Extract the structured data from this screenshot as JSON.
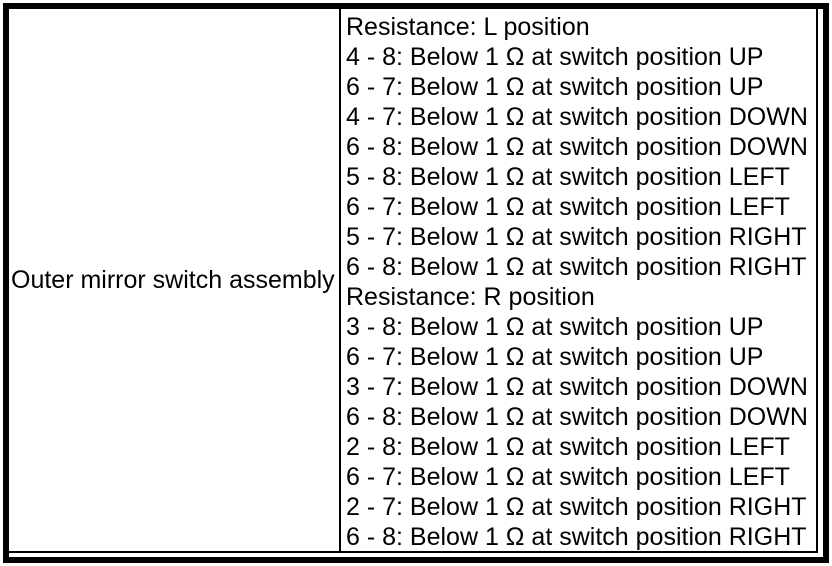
{
  "page": {
    "background_color": "#ffffff",
    "text_color": "#000000",
    "border_color": "#000000",
    "type": "service-manual-resistance-spec-table"
  },
  "table": {
    "rows": [
      {
        "component": "Outer mirror switch assembly",
        "specs": [
          "Resistance: L position",
          "4 - 8: Below 1 Ω at switch position UP",
          "6 - 7: Below 1 Ω at switch position UP",
          "4 - 7: Below 1 Ω at switch position DOWN",
          "6 - 8: Below 1 Ω at switch position DOWN",
          "5 - 8: Below 1 Ω at switch position LEFT",
          "6 - 7: Below 1 Ω at switch position LEFT",
          "5 - 7: Below 1 Ω at switch position RIGHT",
          "6 - 8: Below 1 Ω at switch position RIGHT",
          "Resistance: R position",
          "3 - 8: Below 1 Ω at switch position UP",
          "6 - 7: Below 1 Ω at switch position UP",
          "3 - 7: Below 1 Ω at switch position DOWN",
          "6 - 8: Below 1 Ω at switch position DOWN",
          "2 - 8: Below 1 Ω at switch position LEFT",
          "6 - 7: Below 1 Ω at switch position LEFT",
          "2 - 7: Below 1 Ω at switch position RIGHT",
          "6 - 8: Below 1 Ω at switch position RIGHT"
        ]
      }
    ]
  }
}
